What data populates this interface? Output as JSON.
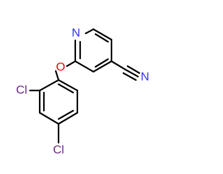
{
  "molecule": {
    "atoms": [
      {
        "id": "N_ring",
        "symbol": "N",
        "color": "#3333ff"
      },
      {
        "id": "O_ether",
        "symbol": "O",
        "color": "#ff0000"
      },
      {
        "id": "N_nitrile",
        "symbol": "N",
        "color": "#3333ff"
      },
      {
        "id": "Cl_ortho",
        "symbol": "Cl",
        "color": "#6b2a86"
      },
      {
        "id": "Cl_para",
        "symbol": "Cl",
        "color": "#6b2a86"
      }
    ],
    "bond_color": "#000000"
  }
}
